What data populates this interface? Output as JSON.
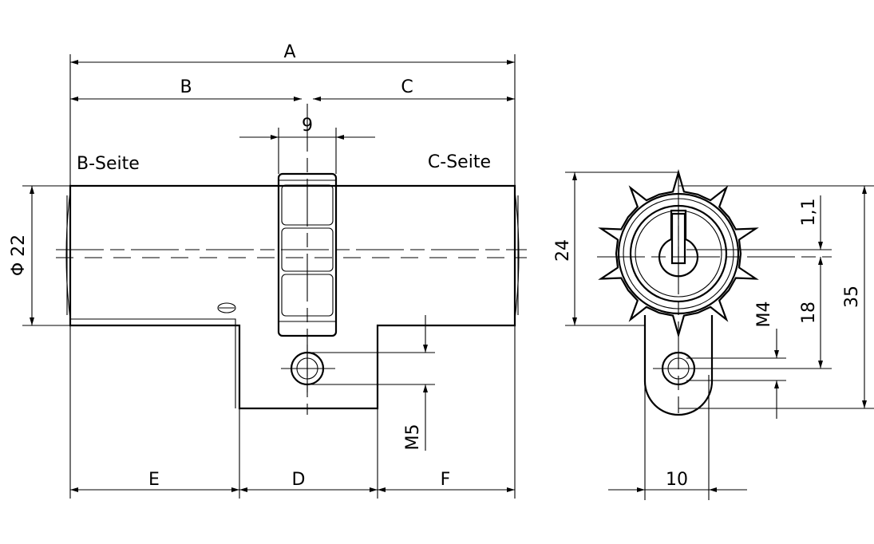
{
  "labels": {
    "A": "A",
    "B": "B",
    "C": "C",
    "D": "D",
    "E": "E",
    "F": "F",
    "cam": "9",
    "side_b": "B-Seite",
    "side_c": "C-Seite",
    "diameter": "Φ 22",
    "height24": "24",
    "dim11": "1,1",
    "dim18": "18",
    "dim35": "35",
    "m4": "M4",
    "m5": "M5",
    "width10": "10"
  }
}
